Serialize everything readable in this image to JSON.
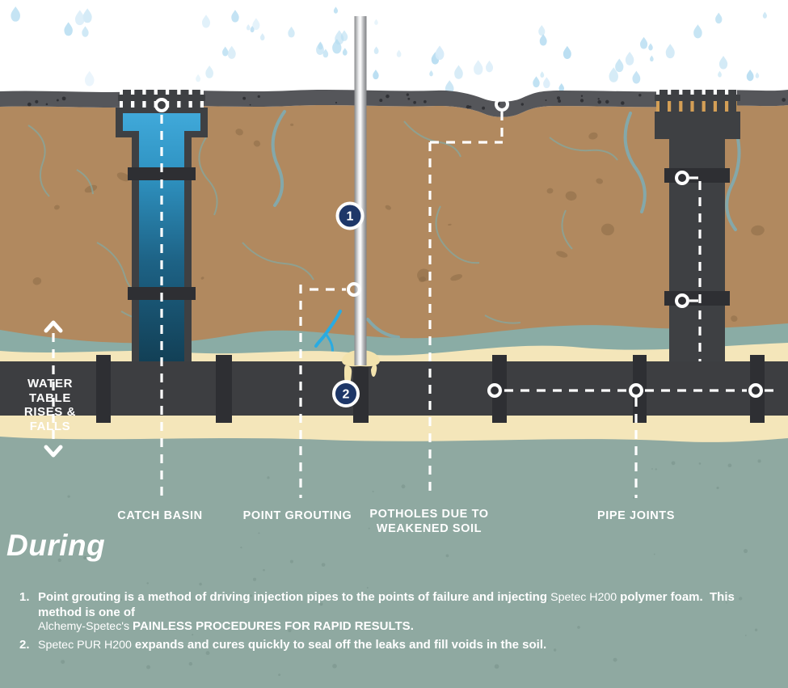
{
  "title": {
    "during": "During"
  },
  "diagram": {
    "labels": {
      "water_table": "WATER TABLE\nRISES & FALLS",
      "catch_basin": "CATCH BASIN",
      "point_grouting": "POINT GROUTING",
      "potholes": "POTHOLES DUE TO\nWEAKENED SOIL",
      "pipe_joints": "PIPE JOINTS"
    },
    "badges": [
      {
        "number": "1"
      },
      {
        "number": "2"
      }
    ]
  },
  "notes": {
    "items": [
      {
        "number": "1.",
        "segments": [
          {
            "t": "Point grouting is a method of driving injection pipes to the points of failure and injecting ",
            "s": "n"
          },
          {
            "t": "Spetec H200 ",
            "s": "l"
          },
          {
            "t": "polymer foam.  This method is one of\n",
            "s": "n"
          },
          {
            "t": "Alchemy-Spetec's ",
            "s": "l"
          },
          {
            "t": "PAINLESS PROCEDURES FOR RAPID RESULTS.",
            "s": "n"
          }
        ]
      },
      {
        "number": "2.",
        "segments": [
          {
            "t": "Spetec PUR H200 ",
            "s": "l"
          },
          {
            "t": "expands and cures quickly to seal off the leaks and fill voids in the soil.",
            "s": "n"
          }
        ]
      }
    ]
  },
  "colors": {
    "sky": "#ffffff",
    "rain": "#b7ddf1",
    "rain_light": "#d5ebf8",
    "asphalt": "#55565a",
    "soil": "#b1895f",
    "soil_blob": "#8a6a46",
    "crack_teal": "#84a8a0",
    "stream_teal": "#79b0bd",
    "crack_bright": "#29abe2",
    "watertable": "#8aaca5",
    "sand": "#f4e6ba",
    "sage": "#8fa9a1",
    "sage_speck": "#78928b",
    "pipe": "#3d3e41",
    "collar": "#2e2f33",
    "structure": "#3e4043",
    "water_top": "#3fa9d9",
    "water_deep": "#15465e",
    "grate_slot_tan": "#d49f56",
    "badge": "#1e3768",
    "foam": "#f3e3ad",
    "text": "#ffffff"
  }
}
